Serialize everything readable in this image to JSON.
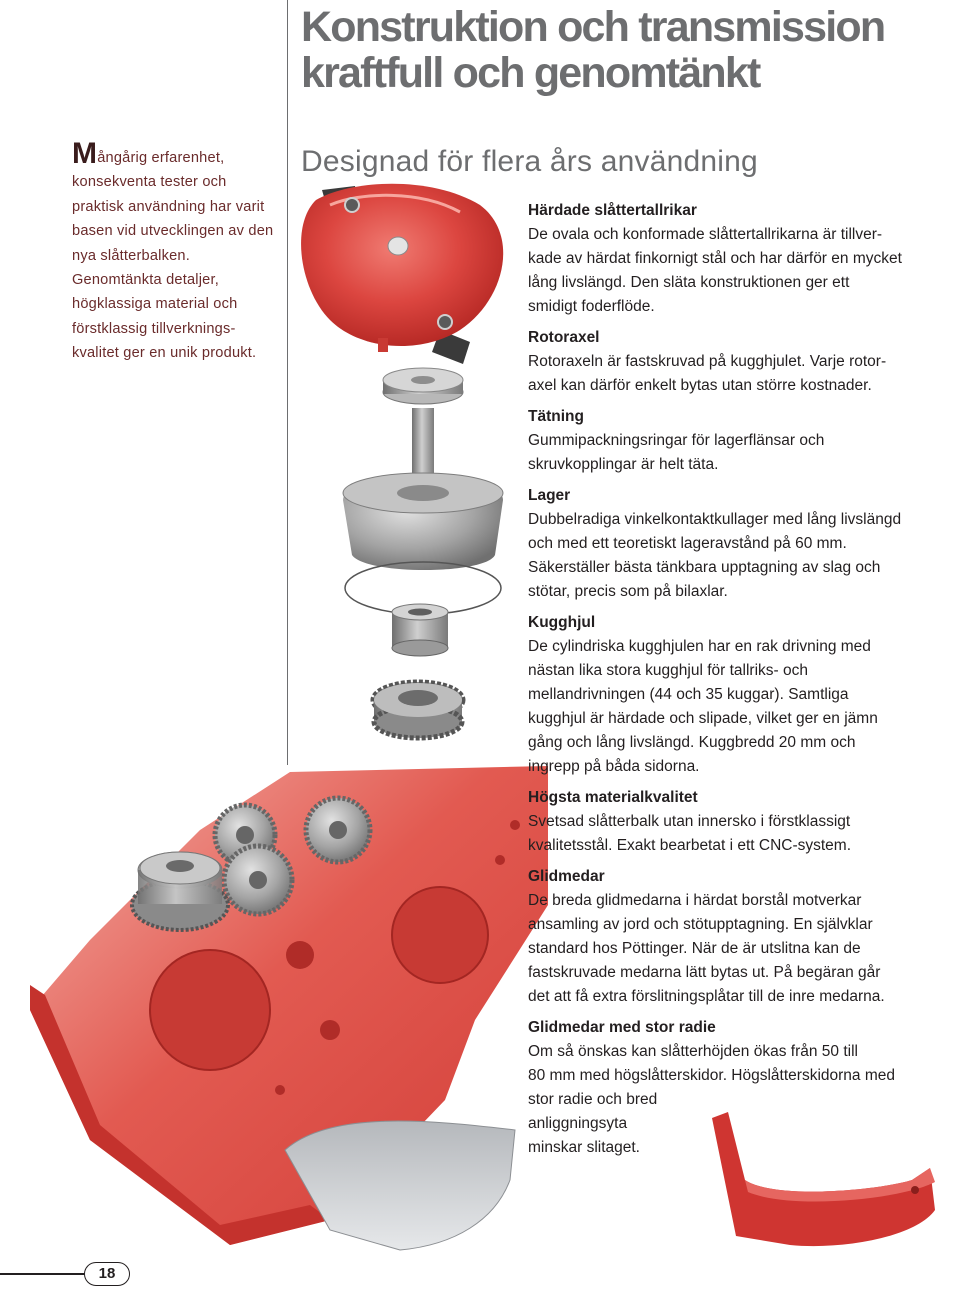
{
  "header": {
    "title_line1": "Konstruktion och transmission",
    "title_line2": "kraftfull och genomtänkt"
  },
  "subtitle": "Designad för flera års användning",
  "intro": {
    "initial": "M",
    "rest": "ångårig erfarenhet, konsekventa tester och praktisk användning har varit basen vid utvecklingen av den nya slåtterbalken. Genomtänkta detaljer, högklassiga material och förstklassig tillverknings- kvalitet ger en unik produkt."
  },
  "sections": [
    {
      "title": "Härdade slåttertallrikar",
      "body": "De ovala och konformade slåttertallrikarna är tillver-\nkade av härdat finkornigt stål och har därför en mycket\nlång livslängd. Den släta konstruktionen ger ett\nsmidigt foderflöde."
    },
    {
      "title": "Rotoraxel",
      "body": "Rotoraxeln är fastskruvad på kugghjulet. Varje rotor-\naxel kan därför enkelt bytas utan större kostnader."
    },
    {
      "title": "Tätning",
      "body": "Gummipackningsringar för lagerflänsar och\nskruvkopplingar är helt täta."
    },
    {
      "title": "Lager",
      "body": "Dubbelradiga vinkelkontaktkullager med lång livslängd\noch med ett teoretiskt lageravstånd på 60 mm.\nSäkerställer bästa tänkbara upptagning av slag och\nstötar, precis som på bilaxlar."
    },
    {
      "title": "Kugghjul",
      "body": "De cylindriska kugghjulen har en rak drivning med\nnästan lika stora kugghjul för tallriks- och\nmellandrivningen (44 och 35 kuggar). Samtliga\nkugghjul är härdade och slipade, vilket ger en jämn\ngång och lång livslängd. Kuggbredd 20 mm och\ningrepp på båda sidorna."
    },
    {
      "title": "Högsta materialkvalitet",
      "body": "Svetsad slåtterbalk utan innersko i förstklassigt\nkvalitetsstål. Exakt bearbetat i ett CNC-system."
    },
    {
      "title": "Glidmedar",
      "body": "De breda glidmedarna i härdat borstål motverkar\nansamling av jord och stötupptagning. En självklar\nstandard hos Pöttinger. När de är utslitna kan de\nfastskruvade medarna lätt bytas ut. På begäran går\ndet att få extra förslitningsplåtar till de inre medarna."
    },
    {
      "title": "Glidmedar med stor radie",
      "body": "Om så önskas kan slåtterhöjden ökas från 50 till\n80 mm med högslåtterskidor. Högslåtterskidorna med\nstor radie och bred\nanliggningsyta\nminskar slitaget."
    }
  ],
  "page_number": "18",
  "colors": {
    "title_gray": "#6d6e70",
    "intro_text": "#6a2b2b",
    "body_text": "#231f20",
    "red_part": "#d8403d",
    "steel": "#9a9a9a"
  }
}
